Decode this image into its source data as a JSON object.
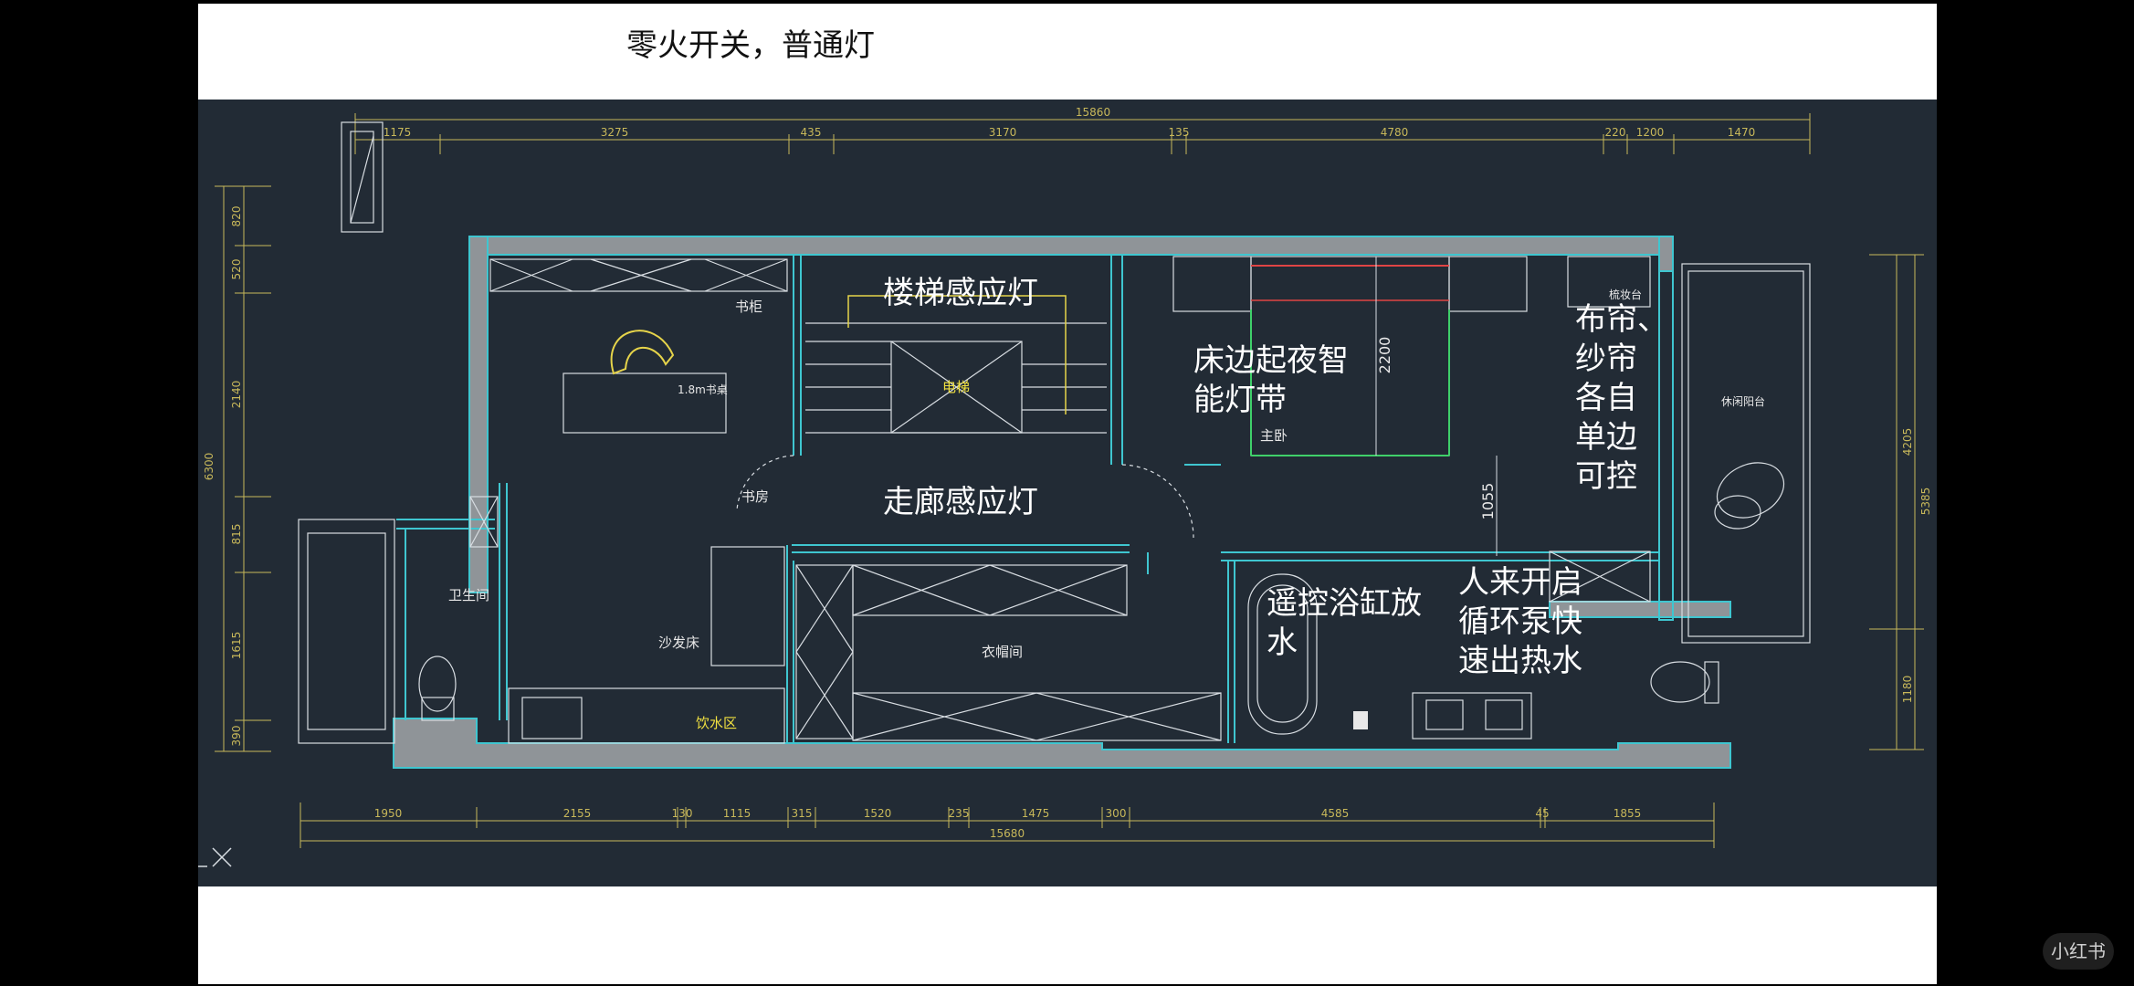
{
  "title": "零火开关，普通灯",
  "dimensions": {
    "top_total": "15860",
    "top": [
      "1175",
      "3275",
      "435",
      "3170",
      "135",
      "4780",
      "220",
      "1200",
      "1470"
    ],
    "bottom_total": "15680",
    "bottom": [
      "1950",
      "2155",
      "130",
      "1115",
      "315",
      "1520",
      "235",
      "1475",
      "300",
      "4585",
      "45",
      "1855"
    ],
    "left_total": "6300",
    "left": [
      "820",
      "520",
      "2140",
      "815",
      "1615",
      "390"
    ],
    "right": [
      "4205",
      "5385",
      "1180"
    ],
    "bed_depth": "2200",
    "bed_gap": "1055"
  },
  "rooms": {
    "bookcase": "书柜",
    "desk": "1.8m书桌",
    "study": "书房",
    "bathroom": "卫生间",
    "sofa_bed": "沙发床",
    "water_bar": "饮水区",
    "elevator": "电梯",
    "cloakroom": "衣帽间",
    "master_bedroom": "主卧",
    "dresser": "梳妆台",
    "balcony": "休闲阳台"
  },
  "annotations": {
    "stair_light": "楼梯感应灯",
    "corridor_light": "走廊感应灯",
    "bed_light": [
      "床边起夜智",
      "能灯带"
    ],
    "curtain": [
      "布帘、",
      "纱帘",
      "各自",
      "单边",
      "可控"
    ],
    "bathtub": [
      "遥控浴缸放",
      "水"
    ],
    "pump": [
      "人来开启",
      "循环泵快",
      "速出热水"
    ]
  },
  "watermark": "小红书",
  "colors": {
    "background": "#222b35",
    "wall": "#3fc6d0",
    "dimension": "#c8b85a",
    "annotation": "#ffffff"
  }
}
